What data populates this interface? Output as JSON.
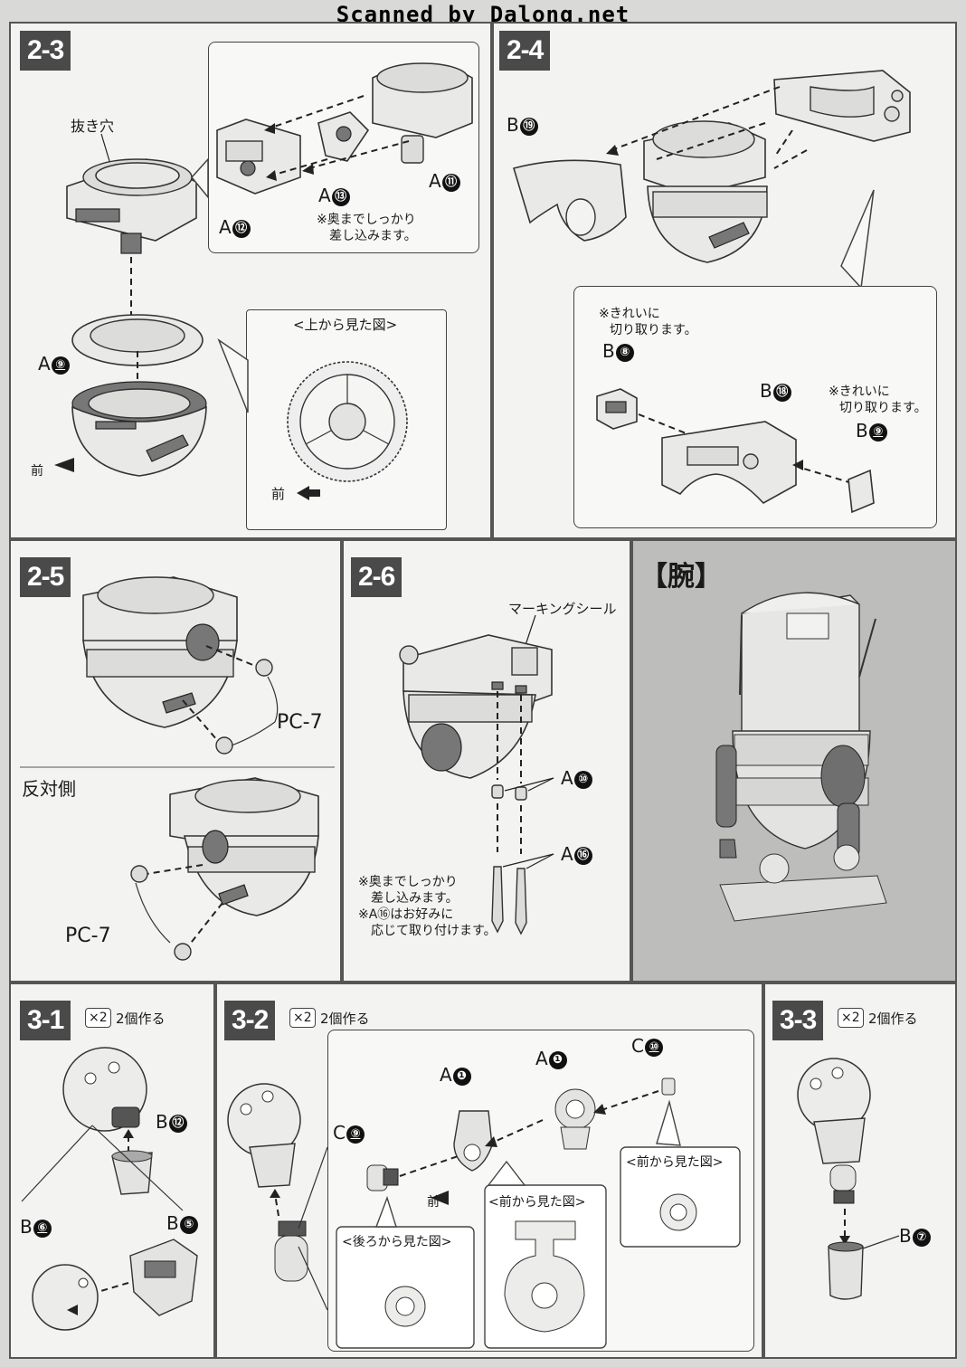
{
  "watermark": "Scanned by Dalong.net",
  "steps": {
    "s2_3": {
      "label": "2-3",
      "hole_label": "抜き穴",
      "parts": {
        "a12": "A",
        "a12n": "⑫",
        "a13": "A",
        "a13n": "⑬",
        "a11": "A",
        "a11n": "⑪",
        "a9": "A",
        "a9n": "⑨"
      },
      "note_insert": [
        "※奥までしっかり",
        "差し込みます。"
      ],
      "topview_title": "<上から見た図>",
      "front": "前"
    },
    "s2_4": {
      "label": "2-4",
      "parts": {
        "b19": "B",
        "b19n": "⑲",
        "b8": "B",
        "b8n": "⑧",
        "b18": "B",
        "b18n": "⑱",
        "b9": "B",
        "b9n": "⑨"
      },
      "note_cut1": [
        "※きれいに",
        "切り取ります。"
      ],
      "note_cut2": [
        "※きれいに",
        "切り取ります。"
      ]
    },
    "s2_5": {
      "label": "2-5",
      "pc1": "PC-7",
      "opposite": "反対側",
      "pc2": "PC-7"
    },
    "s2_6": {
      "label": "2-6",
      "sticker": "マーキングシール",
      "a10": "A",
      "a10n": "⑩",
      "a16": "A",
      "a16n": "⑯",
      "notes": [
        "※奥までしっかり",
        "差し込みます。",
        "※A⑯はお好みに",
        "応じて取り付けます。"
      ]
    },
    "arm": {
      "title": "【腕】"
    },
    "s3_1": {
      "label": "3-1",
      "x2": "×2",
      "count": "2個作る",
      "b12": "B",
      "b12n": "⑫",
      "b6": "B",
      "b6n": "⑥",
      "b5": "B",
      "b5n": "⑤"
    },
    "s3_2": {
      "label": "3-2",
      "x2": "×2",
      "count": "2個作る",
      "a1a": "A",
      "a1an": "❶",
      "a1b": "A",
      "a1bn": "❶",
      "c10": "C",
      "c10n": "⑩",
      "c9": "C",
      "c9n": "⑨",
      "front": "前",
      "view_front1": "<前から見た図>",
      "view_back": "<後ろから見た図>",
      "view_front2": "<前から見た図>"
    },
    "s3_3": {
      "label": "3-3",
      "x2": "×2",
      "count": "2個作る",
      "b7": "B",
      "b7n": "⑦"
    }
  }
}
